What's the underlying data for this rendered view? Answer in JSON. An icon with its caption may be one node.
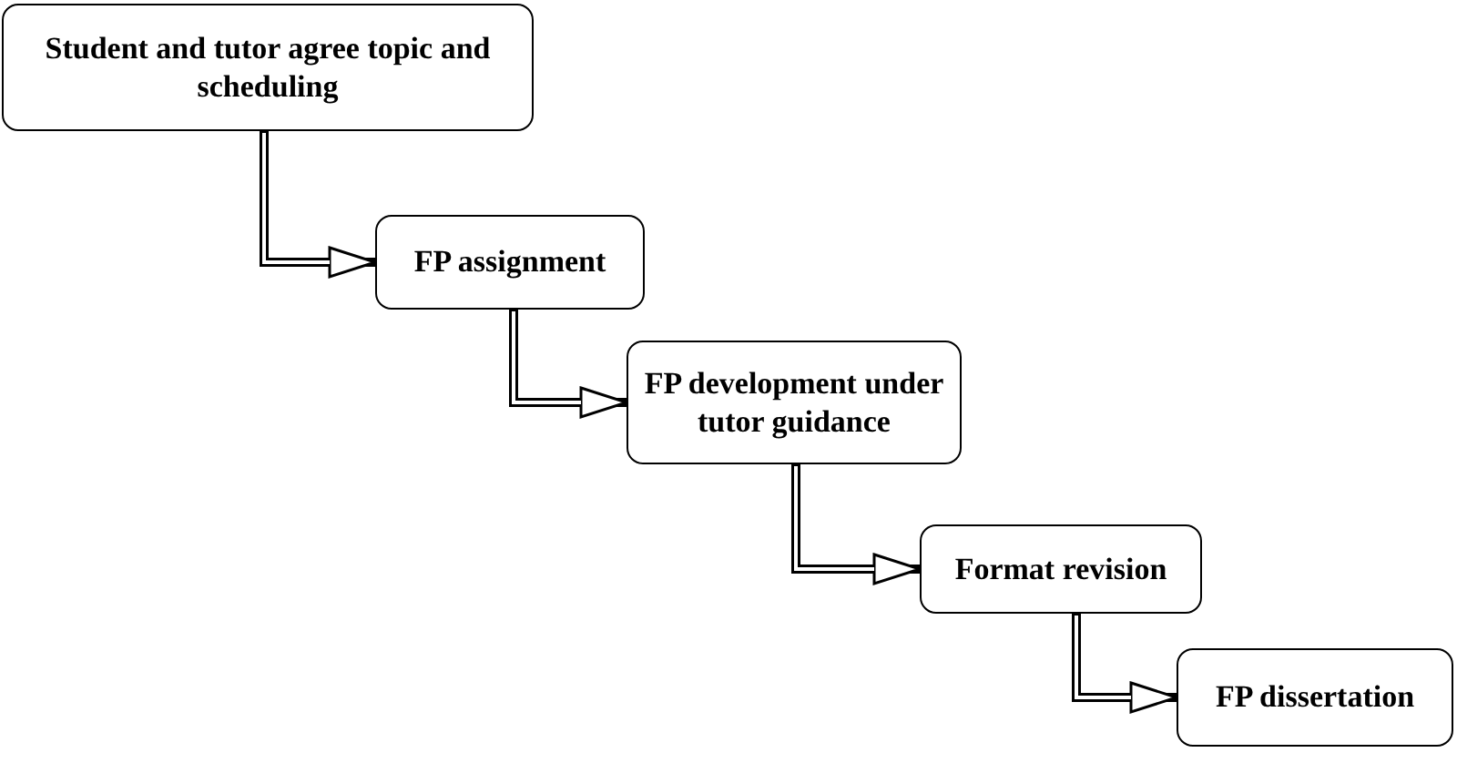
{
  "diagram": {
    "nodes": [
      {
        "text": [
          "Student and tutor agree topic and scheduling"
        ]
      },
      {
        "text": [
          "FP assignment"
        ]
      },
      {
        "text": [
          "FP development under tutor guidance"
        ]
      },
      {
        "text": [
          "Format revision"
        ]
      },
      {
        "text": [
          "FP dissertation"
        ]
      }
    ],
    "edges": [
      {
        "from": 0,
        "to": 1,
        "arrow": "to"
      },
      {
        "from": 1,
        "to": 2,
        "arrow": "to"
      },
      {
        "from": 2,
        "to": 3,
        "arrow": "to"
      },
      {
        "from": 3,
        "to": 4,
        "arrow": "to"
      }
    ]
  }
}
